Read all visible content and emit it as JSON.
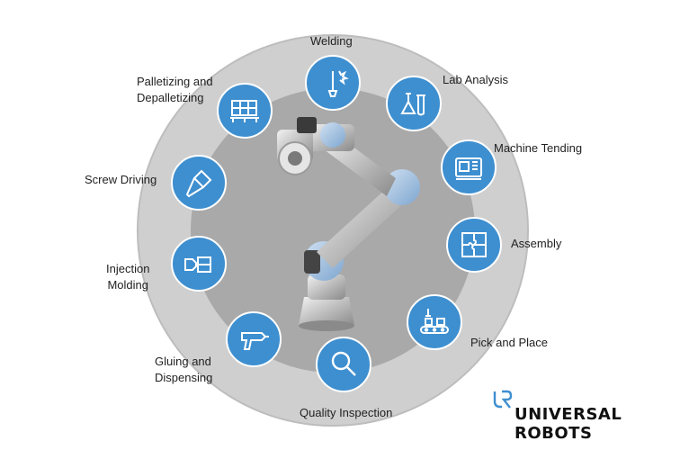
{
  "applications": [
    {
      "label": "Welding",
      "icon": "welding-icon"
    },
    {
      "label": "Lab Analysis",
      "icon": "lab-flask-icon"
    },
    {
      "label": "Machine Tending",
      "icon": "cnc-machine-icon"
    },
    {
      "label": "Assembly",
      "icon": "puzzle-icon"
    },
    {
      "label": "Pick and Place",
      "icon": "conveyor-icon"
    },
    {
      "label": "Quality Inspection",
      "icon": "magnifier-icon"
    },
    {
      "label_line1": "Gluing and",
      "label_line2": "Dispensing",
      "icon": "glue-gun-icon"
    },
    {
      "label_line1": "Injection",
      "label_line2": "Molding",
      "icon": "injection-mold-icon"
    },
    {
      "label": "Screw Driving",
      "icon": "screwdriver-icon"
    },
    {
      "label_line1": "Palletizing and",
      "label_line2": "Depalletizing",
      "icon": "pallet-boxes-icon"
    }
  ],
  "brand": {
    "name": "UNIVERSAL ROBOTS",
    "mark": "UR"
  },
  "colors": {
    "node": "#3e8fd0",
    "outer_ring": "#cfcfcf",
    "inner_ring": "#a9a9a9"
  }
}
